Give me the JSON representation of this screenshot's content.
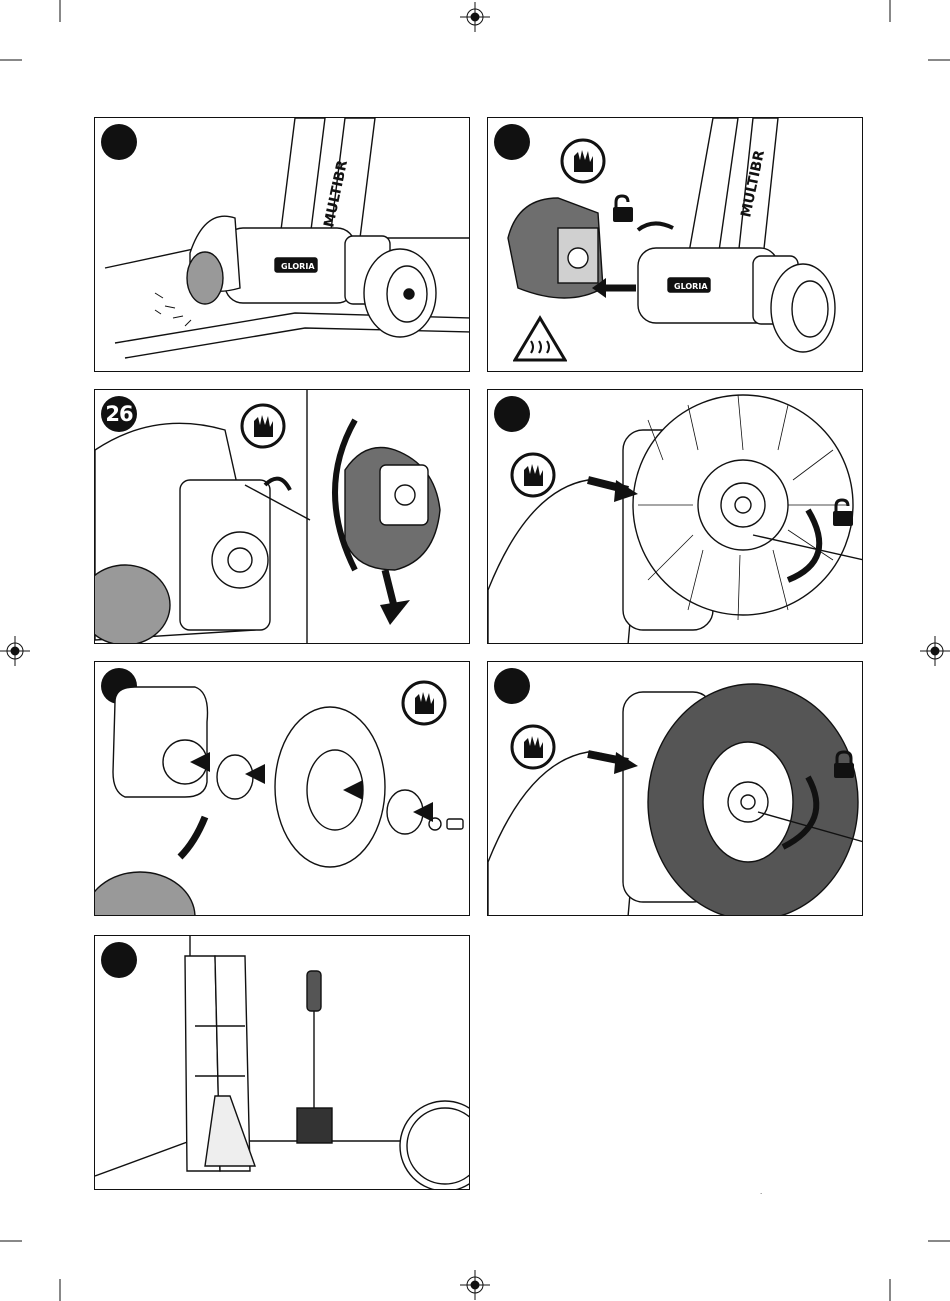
{
  "panels": [
    {
      "step": "",
      "brand_text": "MULTIBR",
      "label_text": "GLORIA"
    },
    {
      "step": "",
      "brand_text": "MULTIBR",
      "label_text": "GLORIA"
    },
    {
      "step": "26"
    },
    {
      "step": ""
    },
    {
      "step": ""
    },
    {
      "step": ""
    },
    {
      "step": ""
    }
  ],
  "icons": [
    "glove-icon",
    "unlock-icon",
    "lock-icon",
    "hot-surface-warning-icon",
    "registration-mark-icon",
    "arrow-icon"
  ],
  "colors": {
    "ink": "#111111",
    "paper": "#ffffff",
    "shade": "#6e6e6e",
    "light_shade": "#d0d0d0"
  }
}
